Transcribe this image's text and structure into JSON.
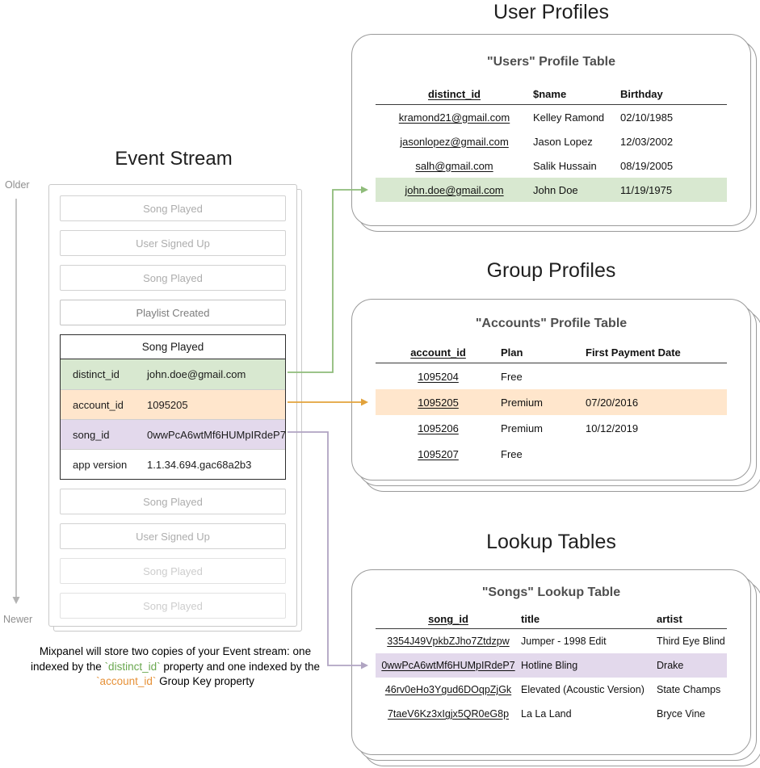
{
  "event_stream": {
    "title": "Event Stream",
    "timeline": {
      "older": "Older",
      "newer": "Newer"
    },
    "events_before": [
      {
        "label": "Song Played",
        "tone": "light"
      },
      {
        "label": "User Signed Up",
        "tone": "light"
      },
      {
        "label": "Song Played",
        "tone": "light"
      },
      {
        "label": "Playlist Created",
        "tone": "dark"
      }
    ],
    "expanded_event": {
      "title": "Song Played",
      "rows": [
        {
          "key": "distinct_id",
          "value": "john.doe@gmail.com",
          "highlight": "green"
        },
        {
          "key": "account_id",
          "value": "1095205",
          "highlight": "orange"
        },
        {
          "key": "song_id",
          "value": "0wwPcA6wtMf6HUMpIRdeP7",
          "highlight": "purple"
        },
        {
          "key": "app version",
          "value": "1.1.34.694.gac68a2b3",
          "highlight": "none"
        }
      ]
    },
    "events_after": [
      {
        "label": "Song Played",
        "tone": "light"
      },
      {
        "label": "User Signed Up",
        "tone": "light"
      },
      {
        "label": "Song Played",
        "tone": "faint"
      },
      {
        "label": "Song Played",
        "tone": "faint"
      }
    ],
    "caption_segments": [
      {
        "text": "Mixpanel will store two copies of your Event stream: one indexed by the ",
        "color": "default"
      },
      {
        "text": "`distinct_id`",
        "color": "green"
      },
      {
        "text": " property and one indexed by the ",
        "color": "default"
      },
      {
        "text": "`account_id`",
        "color": "orange"
      },
      {
        "text": " Group Key property",
        "color": "default"
      }
    ]
  },
  "user_profiles": {
    "section_title": "User Profiles",
    "card_title": "\"Users\" Profile Table",
    "columns": [
      "distinct_id",
      "$name",
      "Birthday"
    ],
    "rows": [
      {
        "cells": [
          "kramond21@gmail.com",
          "Kelley Ramond",
          "02/10/1985"
        ],
        "highlight": false
      },
      {
        "cells": [
          "jasonlopez@gmail.com",
          "Jason Lopez",
          "12/03/2002"
        ],
        "highlight": false
      },
      {
        "cells": [
          "salh@gmail.com",
          "Salik Hussain",
          "08/19/2005"
        ],
        "highlight": false
      },
      {
        "cells": [
          "john.doe@gmail.com",
          "John Doe",
          "11/19/1975"
        ],
        "highlight": true
      }
    ]
  },
  "group_profiles": {
    "section_title": "Group Profiles",
    "card_title": "\"Accounts\" Profile Table",
    "columns": [
      "account_id",
      "Plan",
      "First Payment Date"
    ],
    "rows": [
      {
        "cells": [
          "1095204",
          "Free",
          ""
        ],
        "highlight": false
      },
      {
        "cells": [
          "1095205",
          "Premium",
          "07/20/2016"
        ],
        "highlight": true
      },
      {
        "cells": [
          "1095206",
          "Premium",
          "10/12/2019"
        ],
        "highlight": false
      },
      {
        "cells": [
          "1095207",
          "Free",
          ""
        ],
        "highlight": false
      }
    ]
  },
  "lookup_tables": {
    "section_title": "Lookup Tables",
    "card_title": "\"Songs\" Lookup Table",
    "columns": [
      "song_id",
      "title",
      "artist"
    ],
    "rows": [
      {
        "cells": [
          "3354J49VpkbZJho7Ztdzpw",
          "Jumper - 1998 Edit",
          "Third Eye Blind"
        ],
        "highlight": false
      },
      {
        "cells": [
          "0wwPcA6wtMf6HUMpIRdeP7",
          "Hotline Bling",
          "Drake"
        ],
        "highlight": true
      },
      {
        "cells": [
          "46rv0eHo3Ygud6DOqpZjGk",
          "Elevated (Acoustic Version)",
          "State Champs"
        ],
        "highlight": false
      },
      {
        "cells": [
          "7taeV6Kz3xIgjx5QR0eG8p",
          "La La Land",
          "Bryce Vine"
        ],
        "highlight": false
      }
    ]
  },
  "colors": {
    "green_bg": "#d8e8d0",
    "orange_bg": "#ffe6cc",
    "purple_bg": "#e3d9ec",
    "green_line": "#8fbc7a",
    "orange_line": "#e2a23b",
    "purple_line": "#b0a4c2",
    "gray_line": "#b3b3b3",
    "green_text": "#6aa84f",
    "orange_text": "#e69138"
  }
}
